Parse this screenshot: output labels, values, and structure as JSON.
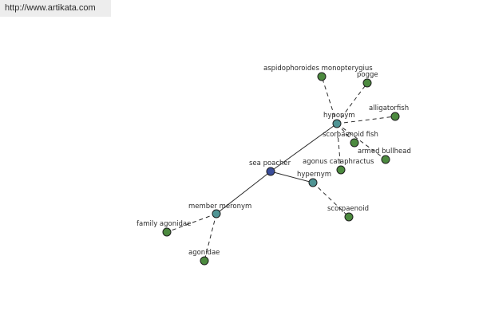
{
  "watermark": {
    "text": "http://www.artikata.com"
  },
  "colors": {
    "root": "#3a4d9a",
    "relation": "#4f9494",
    "leaf": "#4c8a3f"
  },
  "nodes": [
    {
      "id": "sea-poacher",
      "label": "sea poacher",
      "kind": "root"
    },
    {
      "id": "hyponym",
      "label": "hyponym",
      "kind": "relation"
    },
    {
      "id": "hypernym",
      "label": "hypernym",
      "kind": "relation"
    },
    {
      "id": "member-meronym",
      "label": "member meronym",
      "kind": "relation"
    },
    {
      "id": "aspidophoroides-monopterygius",
      "label": "aspidophoroides monopterygius",
      "kind": "leaf"
    },
    {
      "id": "pogge",
      "label": "pogge",
      "kind": "leaf"
    },
    {
      "id": "alligatorfish",
      "label": "alligatorfish",
      "kind": "leaf"
    },
    {
      "id": "scorpaenoid-fish",
      "label": "scorpaenoid fish",
      "kind": "leaf"
    },
    {
      "id": "armed-bullhead",
      "label": "armed bullhead",
      "kind": "leaf"
    },
    {
      "id": "agonus-cataphractus",
      "label": "agonus cataphractus",
      "kind": "leaf"
    },
    {
      "id": "scorpaenoid",
      "label": "scorpaenoid",
      "kind": "leaf"
    },
    {
      "id": "family-agonidae",
      "label": "family agonidae",
      "kind": "leaf"
    },
    {
      "id": "agonidae",
      "label": "agonidae",
      "kind": "leaf"
    }
  ],
  "edges": [
    {
      "from": "sea-poacher",
      "to": "hyponym",
      "style": "solid"
    },
    {
      "from": "sea-poacher",
      "to": "hypernym",
      "style": "solid"
    },
    {
      "from": "sea-poacher",
      "to": "member-meronym",
      "style": "solid"
    },
    {
      "from": "hyponym",
      "to": "aspidophoroides-monopterygius",
      "style": "dashed"
    },
    {
      "from": "hyponym",
      "to": "pogge",
      "style": "dashed"
    },
    {
      "from": "hyponym",
      "to": "alligatorfish",
      "style": "dashed"
    },
    {
      "from": "hyponym",
      "to": "scorpaenoid-fish",
      "style": "dashed"
    },
    {
      "from": "hyponym",
      "to": "armed-bullhead",
      "style": "dashed"
    },
    {
      "from": "hyponym",
      "to": "agonus-cataphractus",
      "style": "dashed"
    },
    {
      "from": "hypernym",
      "to": "scorpaenoid",
      "style": "dashed"
    },
    {
      "from": "member-meronym",
      "to": "family-agonidae",
      "style": "dashed"
    },
    {
      "from": "member-meronym",
      "to": "agonidae",
      "style": "dashed"
    }
  ]
}
